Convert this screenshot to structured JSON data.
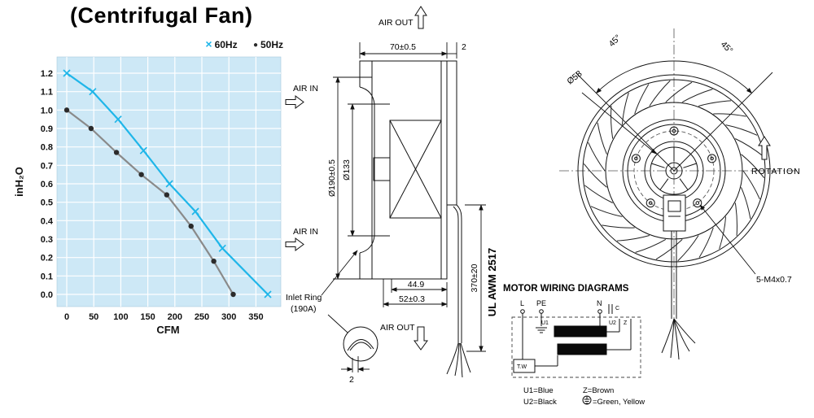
{
  "page": {
    "title": "(Centrifugal Fan)"
  },
  "chart_data": {
    "type": "line",
    "title": "",
    "xlabel": "CFM",
    "ylabel": "inH₂O",
    "xlim": [
      0,
      375
    ],
    "ylim": [
      0,
      1.2
    ],
    "xticks": [
      0,
      50,
      100,
      150,
      200,
      250,
      300,
      350
    ],
    "yticks": [
      0,
      0.1,
      0.2,
      0.3,
      0.4,
      0.5,
      0.6,
      0.7,
      0.8,
      0.9,
      1.0,
      1.1,
      1.2
    ],
    "grid": true,
    "plot_bg": "#cde8f6",
    "legend_position": "top-right",
    "series": [
      {
        "name": "60Hz",
        "color": "#1fb6e9",
        "marker": "x",
        "points": [
          [
            0,
            1.2
          ],
          [
            48,
            1.1
          ],
          [
            95,
            0.95
          ],
          [
            142,
            0.78
          ],
          [
            190,
            0.6
          ],
          [
            238,
            0.45
          ],
          [
            288,
            0.25
          ],
          [
            372,
            0.0
          ]
        ]
      },
      {
        "name": "50Hz",
        "color": "#8a8a8a",
        "marker": "dot",
        "marker_color": "#2b2b2b",
        "points": [
          [
            0,
            1.0
          ],
          [
            45,
            0.9
          ],
          [
            92,
            0.77
          ],
          [
            138,
            0.65
          ],
          [
            185,
            0.54
          ],
          [
            230,
            0.37
          ],
          [
            272,
            0.18
          ],
          [
            308,
            0.0
          ]
        ]
      }
    ]
  },
  "side_view": {
    "air_out_top": "AIR OUT",
    "air_out_bottom": "AIR OUT",
    "air_in_top": "AIR IN",
    "air_in_bottom": "AIR IN",
    "dim_width": "70±0.5",
    "dim_flange": "2",
    "dia_outer": "Ø190±0.5",
    "dia_inlet": "Ø133",
    "dim_depth1": "44.9",
    "dim_depth2": "52±0.3",
    "dim_lead_length": "370±20",
    "lead_spec": "UL AWM 2517",
    "inlet_ring_label_1": "Inlet Ring",
    "inlet_ring_label_2": "(190A)",
    "dim_ring_thickness": "2"
  },
  "front_view": {
    "angle_left": "45°",
    "angle_right": "45°",
    "dia_hub": "Ø58",
    "rotation_label": "ROTATION",
    "screw_spec": "5-M4x0.7"
  },
  "wiring": {
    "title": "MOTOR WIRING DIAGRAMS",
    "terminal_l": "L",
    "terminal_pe": "PE",
    "terminal_n": "N",
    "cap_label": "C",
    "coil_u1": "U1",
    "coil_u2": "U2",
    "coil_z": "Z",
    "thermal": "T.W",
    "legend_u1": "U1=Blue",
    "legend_u2": "U2=Black",
    "legend_z": "Z=Brown",
    "legend_ground": "=Green, Yellow"
  }
}
